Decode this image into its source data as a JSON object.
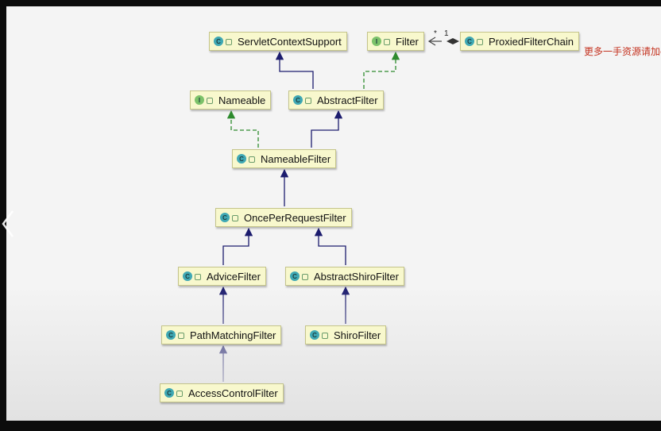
{
  "diagram": {
    "nodes": {
      "servlet_context_support": {
        "label": "ServletContextSupport",
        "kind": "C"
      },
      "filter": {
        "label": "Filter",
        "kind": "I"
      },
      "proxied_filter_chain": {
        "label": "ProxiedFilterChain",
        "kind": "C"
      },
      "nameable": {
        "label": "Nameable",
        "kind": "I"
      },
      "abstract_filter": {
        "label": "AbstractFilter",
        "kind": "C"
      },
      "nameable_filter": {
        "label": "NameableFilter",
        "kind": "C"
      },
      "once_per_request_filter": {
        "label": "OncePerRequestFilter",
        "kind": "C"
      },
      "advice_filter": {
        "label": "AdviceFilter",
        "kind": "C"
      },
      "abstract_shiro_filter": {
        "label": "AbstractShiroFilter",
        "kind": "C"
      },
      "path_matching_filter": {
        "label": "PathMatchingFilter",
        "kind": "C"
      },
      "shiro_filter": {
        "label": "ShiroFilter",
        "kind": "C"
      },
      "access_control_filter": {
        "label": "AccessControlFilter",
        "kind": "C"
      }
    },
    "relations": [
      {
        "from": "abstract_filter",
        "to": "servlet_context_support",
        "type": "extends"
      },
      {
        "from": "abstract_filter",
        "to": "filter",
        "type": "implements"
      },
      {
        "from": "nameable_filter",
        "to": "abstract_filter",
        "type": "extends"
      },
      {
        "from": "nameable_filter",
        "to": "nameable",
        "type": "implements"
      },
      {
        "from": "once_per_request_filter",
        "to": "nameable_filter",
        "type": "extends"
      },
      {
        "from": "advice_filter",
        "to": "once_per_request_filter",
        "type": "extends"
      },
      {
        "from": "abstract_shiro_filter",
        "to": "once_per_request_filter",
        "type": "extends"
      },
      {
        "from": "path_matching_filter",
        "to": "advice_filter",
        "type": "extends"
      },
      {
        "from": "shiro_filter",
        "to": "abstract_shiro_filter",
        "type": "extends"
      },
      {
        "from": "access_control_filter",
        "to": "path_matching_filter",
        "type": "extends"
      },
      {
        "from": "proxied_filter_chain",
        "to": "filter",
        "type": "association"
      }
    ],
    "association": {
      "near_filter": "*",
      "near_chain": "1"
    }
  },
  "watermark": "更多一手资源请加qq",
  "colors": {
    "extends": "#1c1c6e",
    "implements": "#2e8b2e",
    "node_fill": "#f8f8cd"
  },
  "icons": {
    "class_badge": "class-icon",
    "interface_badge": "interface-icon",
    "nav": "chevron-left-icon"
  }
}
